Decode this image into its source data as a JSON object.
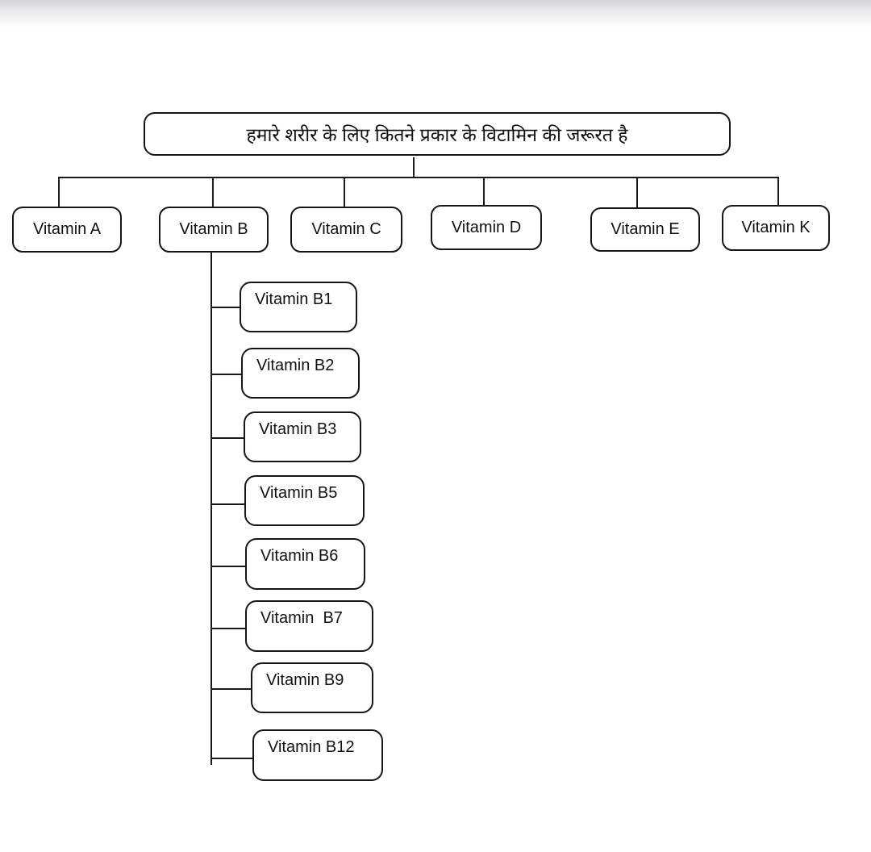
{
  "page": {
    "background": "#ffffff",
    "top_shade_color": "#d2d4d8",
    "line_color": "#1a1a1a"
  },
  "diagram": {
    "title": "हमारे शरीर के लिए कितने प्रकार के विटामिन की जरूरत है",
    "nodes": [
      {
        "label": "Vitamin A"
      },
      {
        "label": "Vitamin B"
      },
      {
        "label": "Vitamin C"
      },
      {
        "label": "Vitamin D"
      },
      {
        "label": "Vitamin E"
      },
      {
        "label": "Vitamin K"
      }
    ],
    "b_children": [
      {
        "label": "Vitamin B1"
      },
      {
        "label": "Vitamin B2"
      },
      {
        "label": "Vitamin B3"
      },
      {
        "label": "Vitamin B5"
      },
      {
        "label": "Vitamin B6"
      },
      {
        "label": "Vitamin  B7"
      },
      {
        "label": "Vitamin B9"
      },
      {
        "label": "Vitamin B12"
      }
    ]
  }
}
